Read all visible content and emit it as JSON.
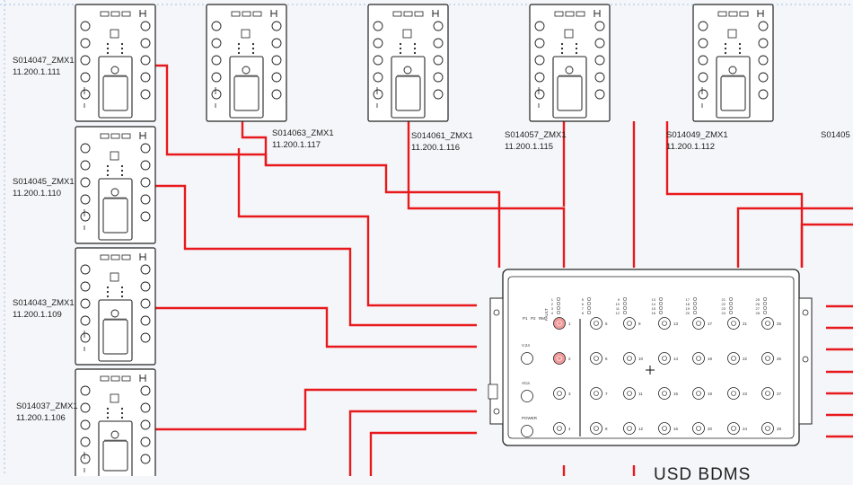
{
  "nodes": [
    {
      "id": "S014047_ZMX1",
      "ip": "11.200.1.111"
    },
    {
      "id": "S014045_ZMX1",
      "ip": "11.200.1.110"
    },
    {
      "id": "S014043_ZMX1",
      "ip": "11.200.1.109"
    },
    {
      "id": "S014037_ZMX1",
      "ip": "11.200.1.106"
    },
    {
      "id": "S014063_ZMX1",
      "ip": "11.200.1.117"
    },
    {
      "id": "S014061_ZMX1",
      "ip": "11.200.1.116"
    },
    {
      "id": "S014057_ZMX1",
      "ip": "11.200.1.115"
    },
    {
      "id": "S014049_ZMX1",
      "ip": "11.200.1.112"
    },
    {
      "id": "S01405"
    }
  ],
  "switch": {
    "status_labels": [
      "P1",
      "P2",
      "RM",
      "FAULT"
    ],
    "port_group_labels": [
      "V.24",
      "ACa",
      "POWER"
    ],
    "port_numbers": [
      "1",
      "2",
      "3",
      "4",
      "5",
      "6",
      "7",
      "8",
      "9",
      "10",
      "11",
      "12",
      "13",
      "14",
      "15",
      "16",
      "17",
      "18",
      "19",
      "20",
      "21",
      "22",
      "23",
      "24",
      "25",
      "26",
      "27",
      "28"
    ],
    "led_groups": [
      [
        "1",
        "2",
        "3",
        "4"
      ],
      [
        "5",
        "6",
        "7",
        "8"
      ],
      [
        "9",
        "10",
        "11",
        "12"
      ],
      [
        "13",
        "14",
        "15",
        "16"
      ],
      [
        "17",
        "18",
        "19",
        "20"
      ],
      [
        "21",
        "22",
        "23",
        "24"
      ],
      [
        "25",
        "26",
        "27",
        "28"
      ]
    ]
  },
  "title_fragment": "USD BDMS",
  "colors": {
    "link": "#e8191c",
    "outline": "#222222",
    "background": "#f4f6f9",
    "port_active": "#f29a9a"
  }
}
